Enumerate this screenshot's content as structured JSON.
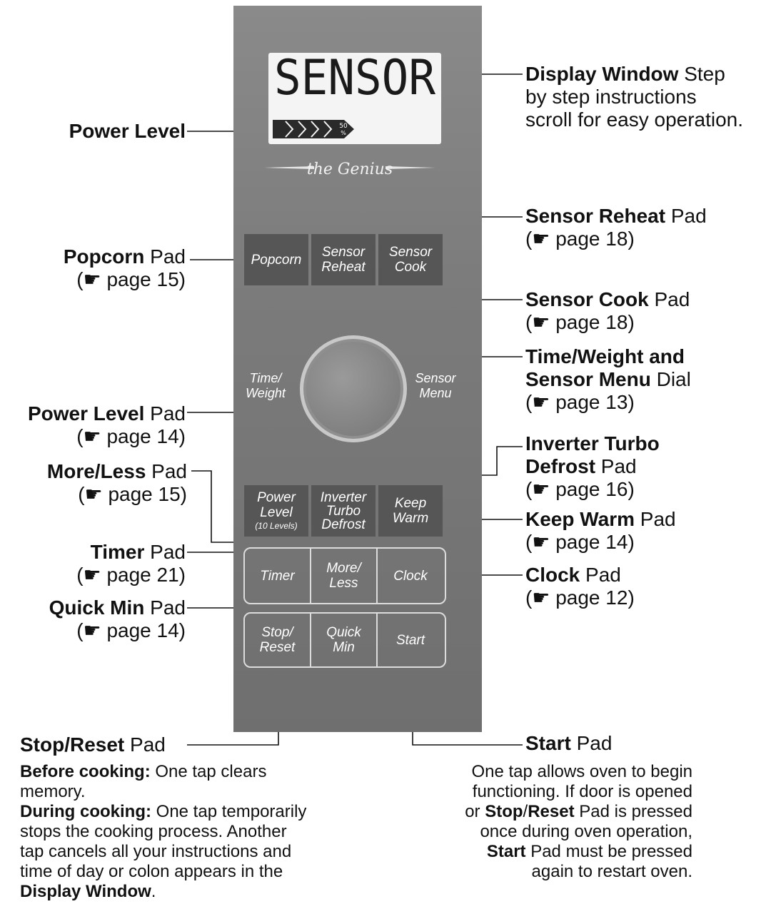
{
  "display": {
    "text": "SENSOR",
    "power_percent": "50",
    "power_unit": "%",
    "brand": "the Genius"
  },
  "pads": {
    "popcorn": "Popcorn",
    "sensor_reheat": [
      "Sensor",
      "Reheat"
    ],
    "sensor_cook": [
      "Sensor",
      "Cook"
    ],
    "dial_left": [
      "Time/",
      "Weight"
    ],
    "dial_right": [
      "Sensor",
      "Menu"
    ],
    "power_level": [
      "Power",
      "Level",
      "(10 Levels)"
    ],
    "inverter_turbo_defrost": [
      "Inverter",
      "Turbo",
      "Defrost"
    ],
    "keep_warm": [
      "Keep",
      "Warm"
    ],
    "timer": "Timer",
    "more_less": [
      "More/",
      "Less"
    ],
    "clock": "Clock",
    "stop_reset": [
      "Stop/",
      "Reset"
    ],
    "quick_min": [
      "Quick",
      "Min"
    ],
    "start": "Start"
  },
  "callouts": {
    "power_level": "Power Level",
    "display_window": {
      "bold": "Display Window",
      "rest": " Step",
      "line2": "by step instructions",
      "line3": "scroll for easy operation."
    },
    "popcorn": {
      "bold": "Popcorn",
      "rest": " Pad",
      "page": "page 15"
    },
    "sensor_reheat": {
      "bold": "Sensor Reheat",
      "rest": " Pad",
      "page": "page 18"
    },
    "sensor_cook": {
      "bold": "Sensor Cook",
      "rest": " Pad",
      "page": "page 18"
    },
    "dial": {
      "line1": "Time/Weight and",
      "bold2": "Sensor Menu",
      "rest2": " Dial",
      "page": "page 13"
    },
    "power_level_pad": {
      "bold": "Power Level",
      "rest": " Pad",
      "page": "page 14"
    },
    "more_less": {
      "bold": "More/Less",
      "rest": " Pad",
      "page": "page 15"
    },
    "inverter": {
      "line1": "Inverter Turbo",
      "bold2": "Defrost",
      "rest2": " Pad",
      "page": "page 16"
    },
    "keep_warm": {
      "bold": "Keep Warm",
      "rest": " Pad",
      "page": "page 14"
    },
    "timer": {
      "bold": "Timer",
      "rest": " Pad",
      "page": "page 21"
    },
    "clock": {
      "bold": "Clock",
      "rest": " Pad",
      "page": "page 12"
    },
    "quick_min": {
      "bold": "Quick Min",
      "rest": " Pad",
      "page": "page 14"
    },
    "stop_reset": {
      "bold": "Stop/Reset",
      "rest": " Pad"
    },
    "start": {
      "bold": "Start",
      "rest": " Pad"
    }
  },
  "notes": {
    "stop_reset": {
      "b1": "Before cooking:",
      "t1": " One tap clears",
      "t1b": "memory.",
      "b2": "During cooking:",
      "t2": " One tap temporarily",
      "t3": "stops the cooking process. Another",
      "t4": "tap cancels all your instructions and",
      "t5": "time of day or colon appears in the",
      "b6": "Display Window",
      "t6": "."
    },
    "start": {
      "l1": "One tap allows oven to begin",
      "l2": "functioning. If door is opened",
      "l3a": "or ",
      "l3b": "Stop",
      "l3c": "/",
      "l3d": "Reset",
      "l3e": " Pad is pressed",
      "l4": "once during oven operation,",
      "l5b": "Start",
      "l5": " Pad must be pressed",
      "l6": "again to restart oven."
    }
  },
  "pointer_glyph": "☛"
}
